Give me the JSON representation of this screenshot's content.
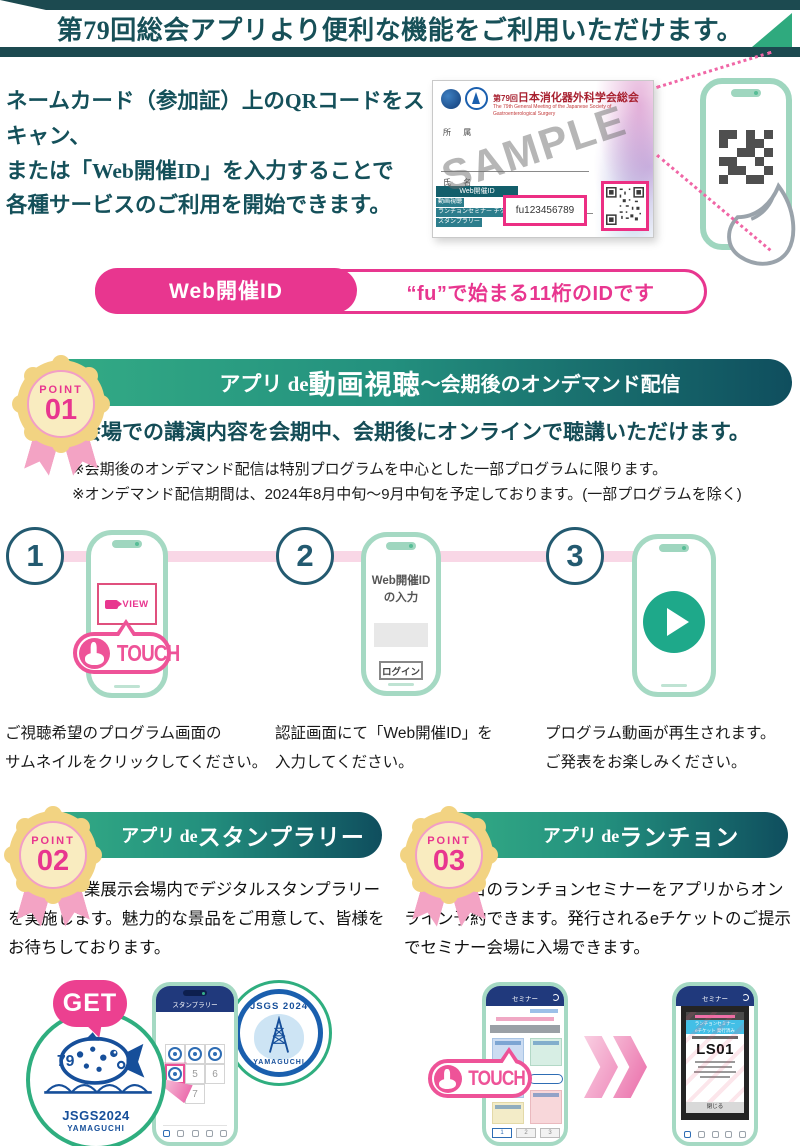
{
  "palette": {
    "teal_dark": "#1c4a50",
    "banner_green_start": "#33ab85",
    "banner_green_end": "#0f4e5e",
    "accent_pink": "#e8368f",
    "pink_light_band": "#f9d7e6",
    "mint_phone": "#a5d9c3",
    "play_green": "#1ea98a",
    "badge_gold": "#f2d382",
    "navy_app_header": "#20397c",
    "card_title_red": "#a8202f",
    "ticket_cyan": "#43bfe6"
  },
  "header": {
    "title": "第79回総会アプリより便利な機能をご利用いただけます。"
  },
  "intro": {
    "lines": [
      "ネームカード（参加証）上のQRコードをスキャン、",
      "または「Web開催ID」を入力することで",
      "各種サービスのご利用を開始できます。"
    ]
  },
  "namecard": {
    "title_prefix": "第79回",
    "title_main": "日本消化器外科学会総会",
    "subtitle": "The 79th General Meeting of the Japanese Society of Gastroenterological Surgery",
    "affiliation_label": "所 属",
    "name_label": "氏 名",
    "watermark": "SAMPLE",
    "webid_box_label": "Web開催ID",
    "service_lines": [
      "動画視聴",
      "ランチョンセミナー チケット",
      "スタンプラリー"
    ],
    "webid_value": "fu123456789"
  },
  "webid_pill": {
    "label": "Web開催ID",
    "description": "“fu”で始まる11桁のIDです"
  },
  "point1": {
    "badge_label": "POINT",
    "badge_number": "01",
    "banner": {
      "prefix": "アプリ de ",
      "strong": "動画視聴",
      "suffix": " ～会期後のオンデマンド配信"
    },
    "headline": "会場での講演内容を会期中、会期後にオンラインで聴講いただけます。",
    "notes": [
      "※会期後のオンデマンド配信は特別プログラムを中心とした一部プログラムに限ります。",
      "※オンデマンド配信期間は、2024年8月中旬～9月中旬を予定しております。(一部プログラムを除く)"
    ],
    "view_label": "VIEW",
    "touch_label": "TOUCH",
    "auth_title_line1": "Web開催ID",
    "auth_title_line2": "の入力",
    "login_label": "ログイン",
    "steps": [
      {
        "number": "1",
        "caption_lines": [
          "ご視聴希望のプログラム画面の",
          "サムネイルをクリックしてください。"
        ]
      },
      {
        "number": "2",
        "caption_lines": [
          "認証画面にて「Web開催ID」を",
          "入力してください。"
        ]
      },
      {
        "number": "3",
        "caption_lines": [
          "プログラム動画が再生されます。",
          "ご発表をお楽しみください。"
        ]
      }
    ]
  },
  "point2": {
    "badge_label": "POINT",
    "badge_number": "02",
    "banner": {
      "prefix": "アプリ de ",
      "strong": "スタンプラリー"
    },
    "body": "企業展示会場内でデジタルスタンプラリーを実施します。魅力的な景品をご用意して、皆様をお待ちしております。",
    "get_label": "GET",
    "logo_number": "79",
    "logo_line1": "JSGS2024",
    "logo_line2": "YAMAGUCHI",
    "phone_header": "スタンプラリー",
    "stamp_numbers": [
      "5",
      "6",
      "7"
    ],
    "right_badge_top": "JSGS 2024",
    "right_badge_bottom": "YAMAGUCHI"
  },
  "point3": {
    "badge_label": "POINT",
    "badge_number": "03",
    "banner": {
      "prefix": "アプリ de ",
      "strong": "ランチョン"
    },
    "body": "各日のランチョンセミナーをアプリからオンライン予約できます。発行されるeチケットのご提示でセミナー会場に入場できます。",
    "touch_label": "TOUCH",
    "phone1_header": "セミナー",
    "phone2_header": "セミナー",
    "tabs": [
      "1",
      "2",
      "3"
    ],
    "ticket": {
      "line1": "ランチョンセミナー",
      "line2": "eチケット 発行済み",
      "code": "LS01",
      "close_label": "閉じる"
    }
  }
}
